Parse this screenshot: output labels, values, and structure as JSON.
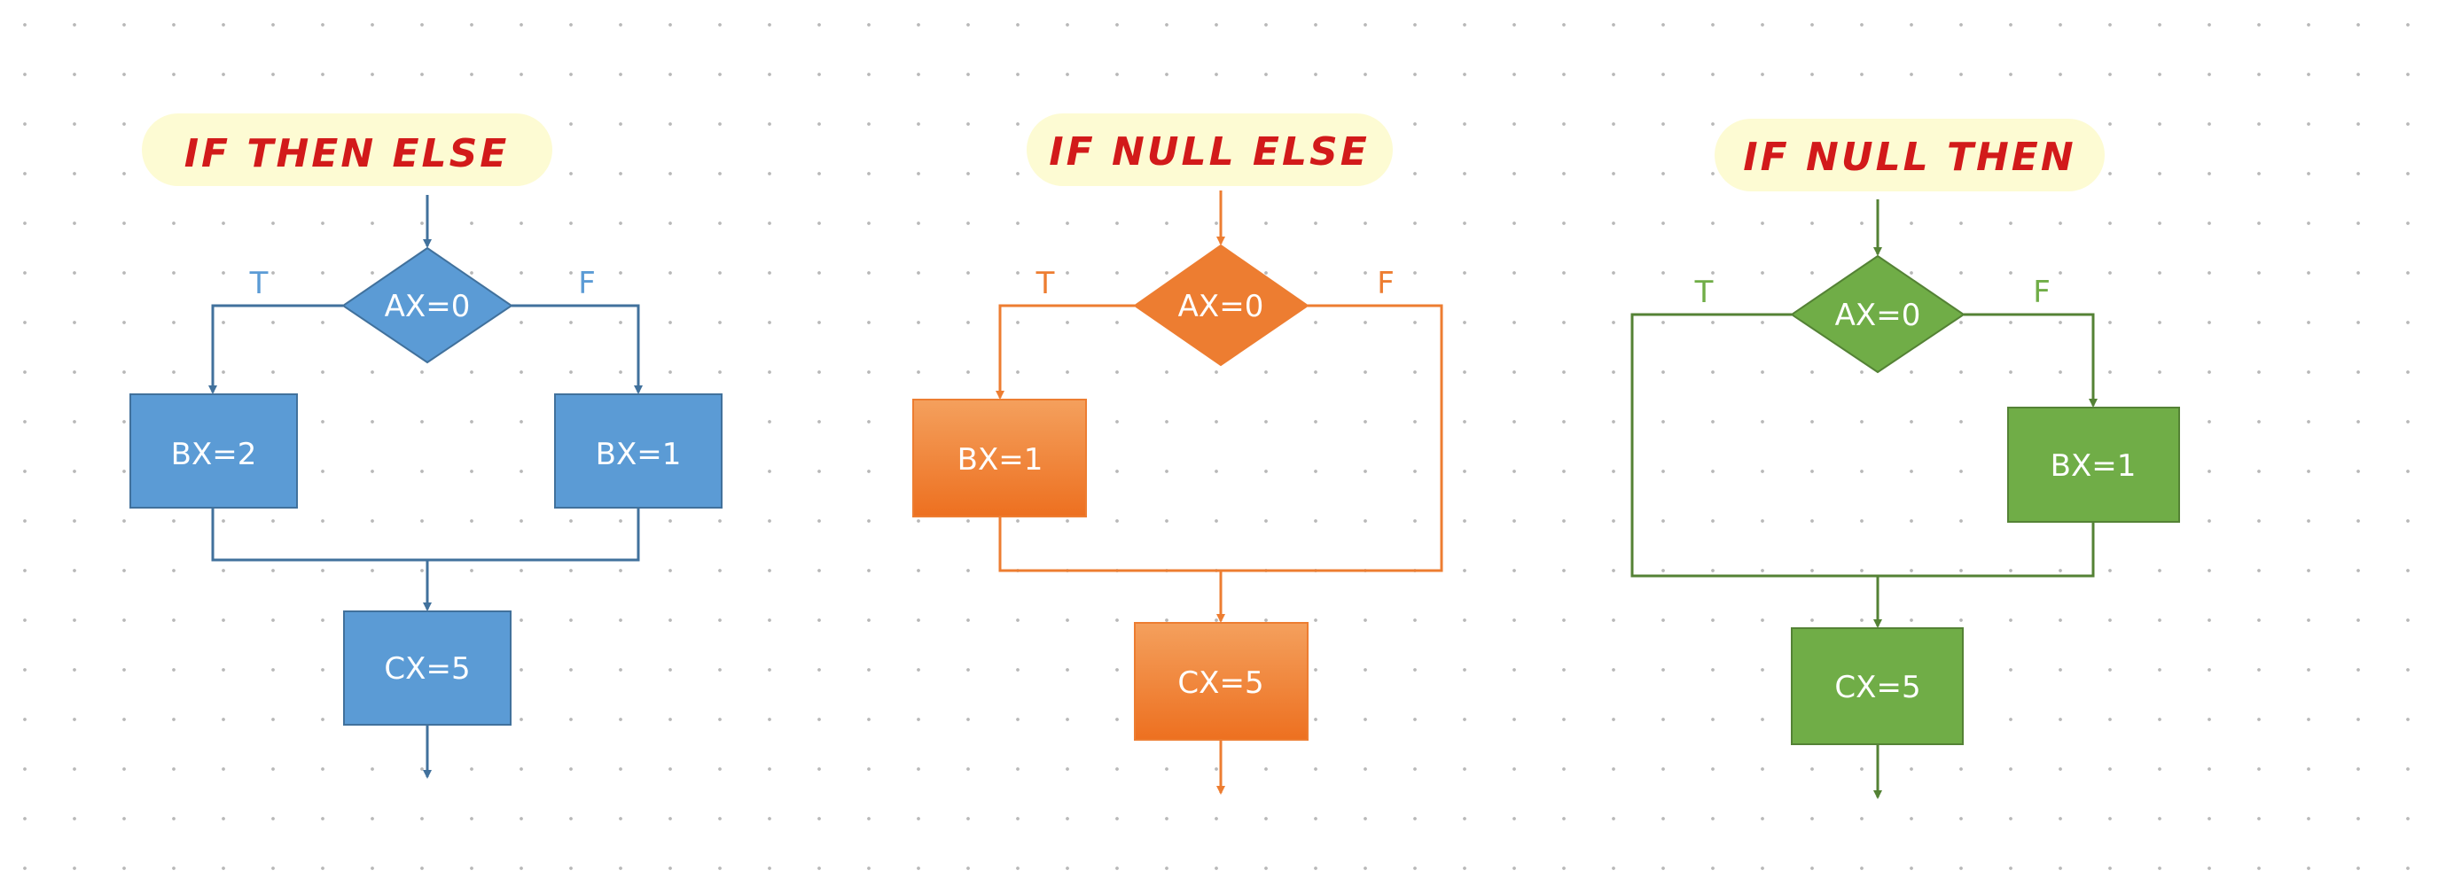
{
  "colors": {
    "title_bg": "#fdfbd3",
    "title_text": "#d21a1a",
    "blue": "#5b9bd5",
    "blue_line": "#41719c",
    "orange": "#ed7d31",
    "orange_light": "#f4a05d",
    "green": "#70ad47",
    "green_line": "#548235"
  },
  "flowcharts": [
    {
      "title": "IF THEN ELSE",
      "condition": "AX=0",
      "true_label": "T",
      "false_label": "F",
      "true_box": "BX=2",
      "false_box": "BX=1",
      "end_box": "CX=5"
    },
    {
      "title": "IF NULL ELSE",
      "condition": "AX=0",
      "true_label": "T",
      "false_label": "F",
      "true_box": "BX=1",
      "end_box": "CX=5"
    },
    {
      "title": "IF NULL THEN",
      "condition": "AX=0",
      "true_label": "T",
      "false_label": "F",
      "false_box": "BX=1",
      "end_box": "CX=5"
    }
  ]
}
